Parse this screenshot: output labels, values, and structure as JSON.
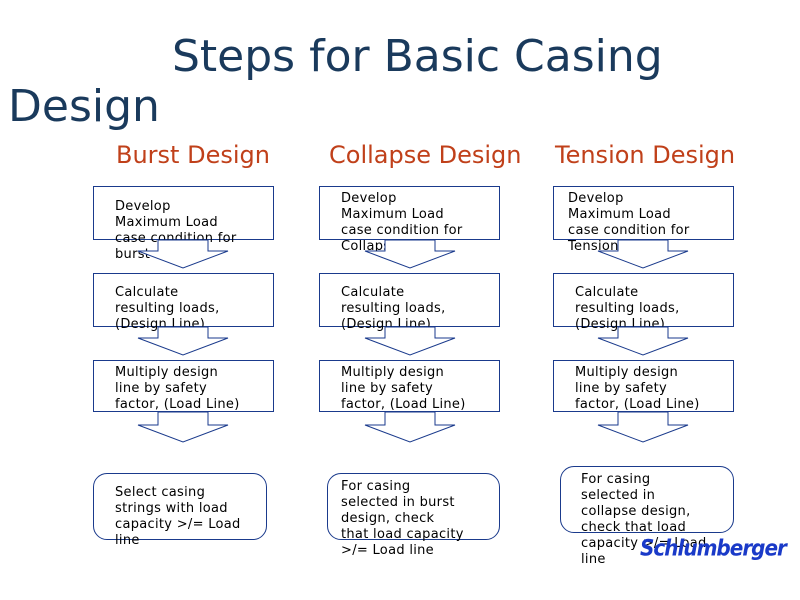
{
  "title": {
    "line1": "Steps for Basic Casing",
    "line2": "Design"
  },
  "columns": [
    {
      "heading": "Burst Design",
      "steps": [
        "Develop\nMaximum Load\ncase condition for\nburst",
        "Calculate\nresulting loads,\n(Design Line)",
        "Multiply design\nline by safety\nfactor, (Load Line)",
        "Select casing\nstrings with load\ncapacity >/= Load\nline"
      ]
    },
    {
      "heading": "Collapse Design",
      "steps": [
        "Develop\nMaximum Load\ncase condition for\nCollapse",
        "Calculate\nresulting loads,\n(Design Line)",
        "Multiply design\nline by safety\nfactor, (Load Line)",
        "For casing\nselected in burst\ndesign, check\nthat load capacity\n>/= Load line"
      ]
    },
    {
      "heading": "Tension Design",
      "steps": [
        "Develop\nMaximum Load\ncase condition for\nTension",
        "Calculate\nresulting loads,\n(Design Line)",
        "Multiply design\nline by safety\nfactor, (Load Line)",
        "For casing\nselected in\ncollapse design,\ncheck that load\ncapacity >/= Load\nline"
      ]
    }
  ],
  "logo": "Schlumberger",
  "colors": {
    "title": "#1a3a5c",
    "heading": "#c0401a",
    "box_border": "#1a3a8c",
    "logo": "#1a3ac8"
  }
}
